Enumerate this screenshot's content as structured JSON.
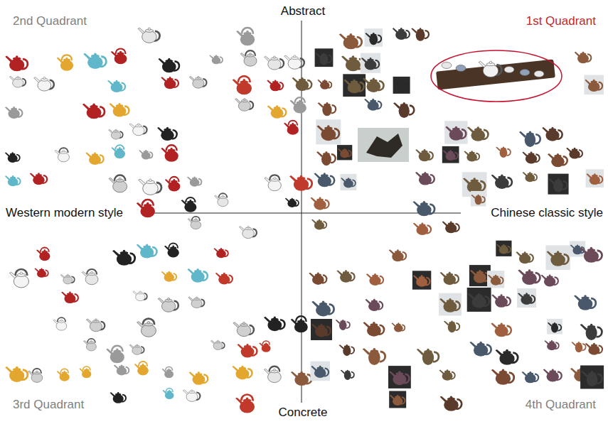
{
  "diagram": {
    "labels": [
      "Abstract",
      "2nd Quadrant",
      "1st Quadrant",
      "Western modern style",
      "Chinese classic style",
      "3rd Quadrant",
      "Concrete",
      "4th Quadrant"
    ]
  }
}
